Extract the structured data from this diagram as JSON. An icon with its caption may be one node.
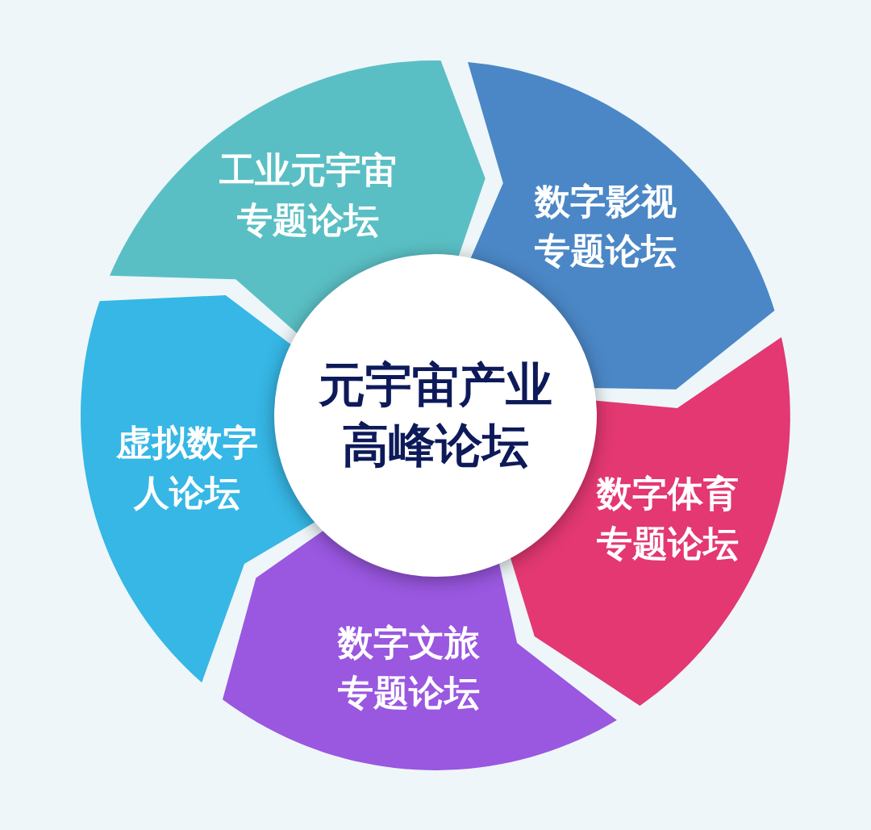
{
  "diagram": {
    "nodes": [
      {
        "text": [
          "工业元宇宙专题论坛"
        ]
      },
      {
        "text": [
          "数字影视专题论坛"
        ]
      },
      {
        "text": [
          "数字体育专题论坛"
        ]
      },
      {
        "text": [
          "数字文旅专题论坛"
        ]
      },
      {
        "text": [
          "虚拟数字人论坛"
        ]
      },
      {
        "text": [
          "元宇宙产业高峰论坛"
        ]
      }
    ]
  }
}
